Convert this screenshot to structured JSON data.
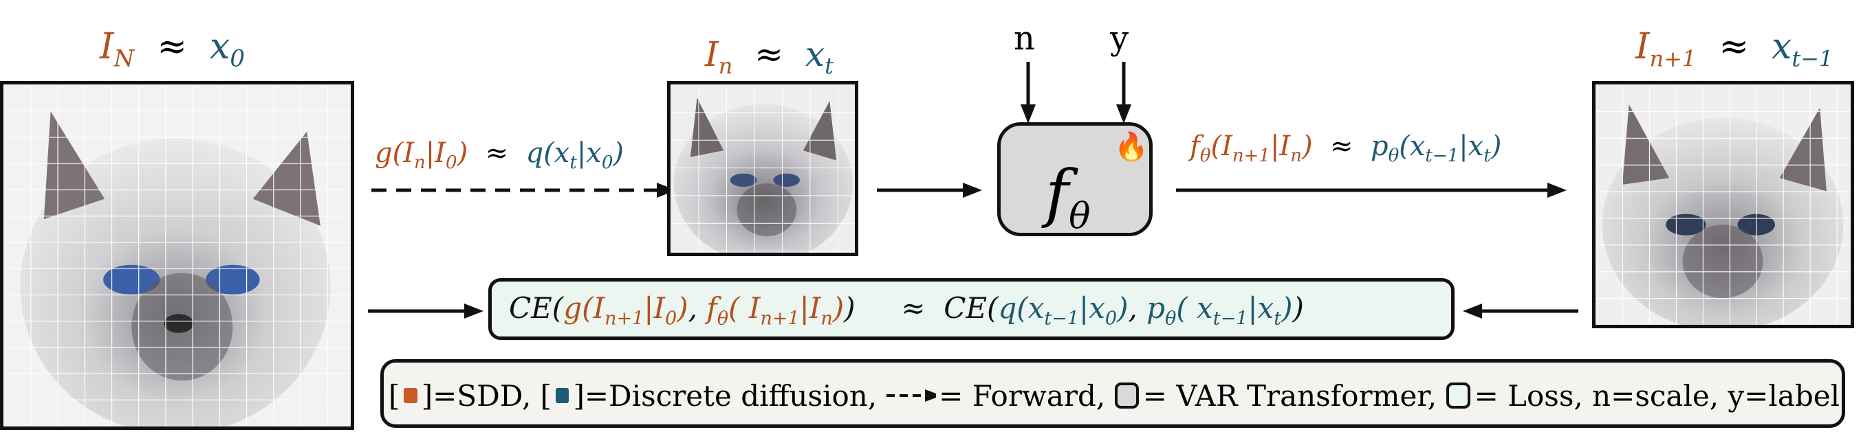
{
  "labels": {
    "in_large": {
      "orange": "I_N",
      "mid": "≈",
      "blue": "x_0"
    },
    "in_small": {
      "orange": "I_n",
      "mid": "≈",
      "blue": "x_t"
    },
    "in_next": {
      "orange": "I_{n+1}",
      "mid": "≈",
      "blue": "x_{t−1}"
    },
    "forward_text": {
      "orange": "g(I_n|I_0)",
      "mid": "≈",
      "blue": "q(x_t|x_0)"
    },
    "reverse_text": {
      "orange": "f_θ(I_{n+1}|I_n)",
      "mid": "≈",
      "blue": "p_θ(x_{t−1}|x_t)"
    },
    "input_n": "n",
    "input_y": "y",
    "node": {
      "main": "f",
      "sub": "θ",
      "badge": "🔥"
    },
    "loss": {
      "orange_part": "CE(g(I_{n+1}|I_0), f_θ( I_{n+1}|I_n))",
      "mid": "≈",
      "blue_part": "CE(q(x_{t−1}|x_0), p_θ( x_{t−1}|x_t))"
    }
  },
  "legend": {
    "bracket_open": "[",
    "sdd_text": "]=SDD, [",
    "dd_text": "]=Discrete diffusion,",
    "forward_text": "= Forward,",
    "var_text": "= VAR Transformer,",
    "loss_text": "= Loss, n=scale, y=label"
  },
  "colors": {
    "orange": "#b5501c",
    "blue": "#1f5a73",
    "node_fill": "#d9d9d9",
    "loss_fill": "#eaf6ef",
    "legend_fill": "#f5f3ef",
    "sdd_swatch": "#c75b2a",
    "dd_swatch": "#1f5a73"
  },
  "icons": {
    "fire": "fire-icon",
    "cat_image": "cat-image"
  }
}
